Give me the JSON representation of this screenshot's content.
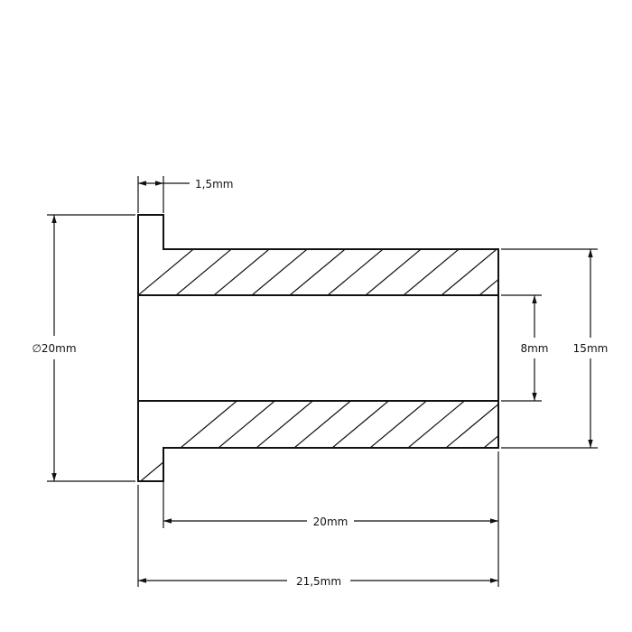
{
  "drawing": {
    "line_color": "#111111",
    "hatch": "diagonal-45",
    "dimensions": {
      "flange_thickness": "1,5mm",
      "flange_diameter": "∅20mm",
      "inner_diameter": "8mm",
      "outer_diameter": "15mm",
      "tube_length": "20mm",
      "total_length": "21,5mm"
    }
  }
}
